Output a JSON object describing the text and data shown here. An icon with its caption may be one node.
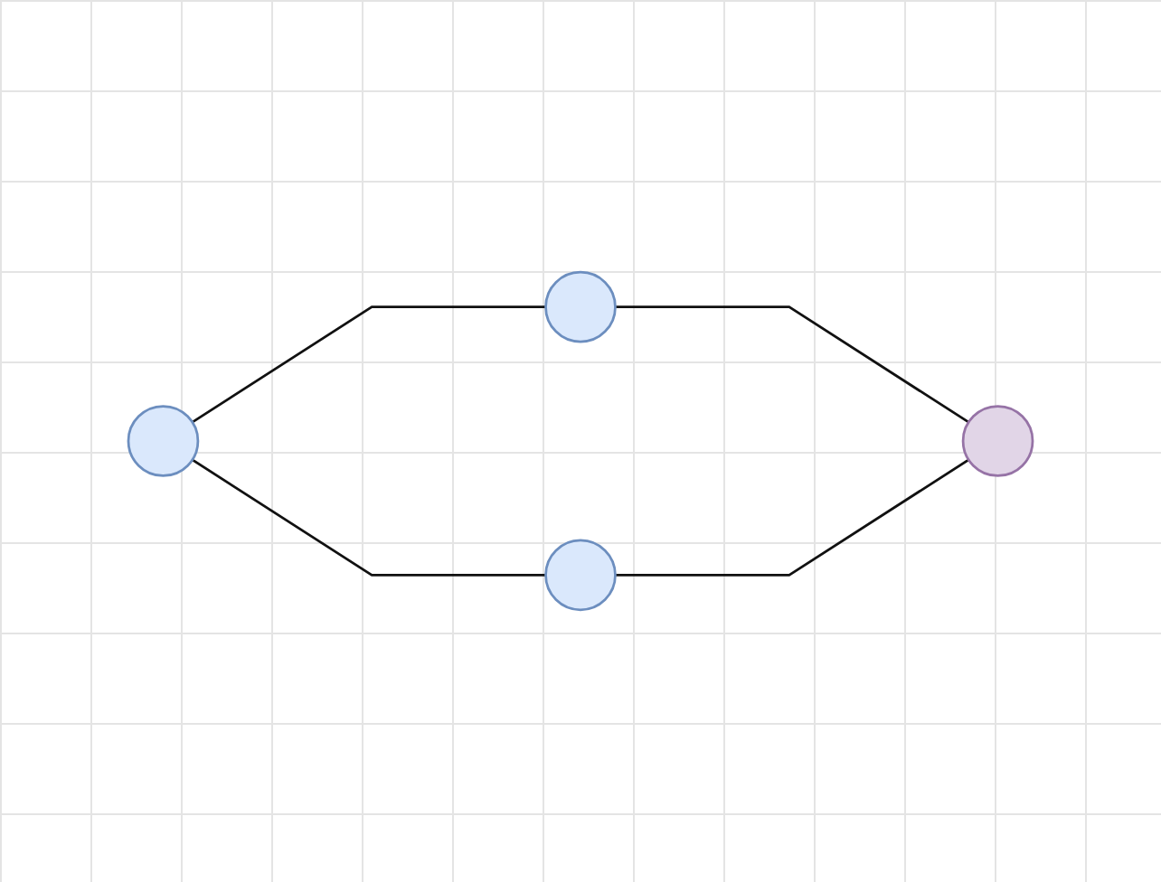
{
  "diagram": {
    "nodes": [
      {
        "text": [],
        "shape": "circle"
      },
      {
        "text": [],
        "shape": "circle"
      },
      {
        "text": [],
        "shape": "circle"
      },
      {
        "text": [],
        "shape": "circle"
      }
    ],
    "edges": [
      {
        "from": 0,
        "to": 1,
        "arrow": "none"
      },
      {
        "from": 1,
        "to": 2,
        "arrow": "none"
      },
      {
        "from": 0,
        "to": 3,
        "arrow": "none"
      },
      {
        "from": 3,
        "to": 2,
        "arrow": "none"
      }
    ]
  }
}
